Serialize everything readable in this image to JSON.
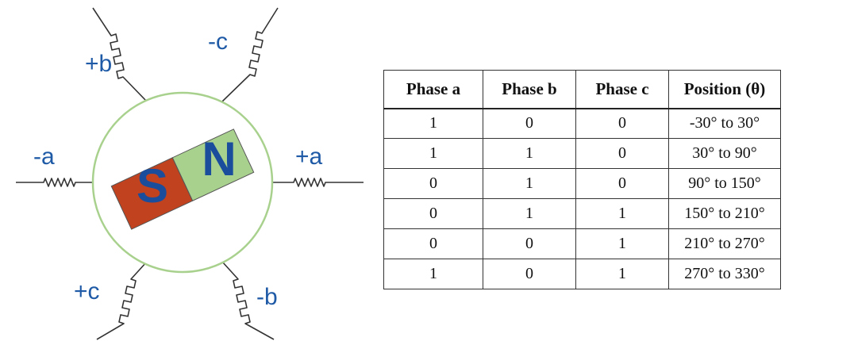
{
  "diagram": {
    "labels": {
      "plus_a": "+a",
      "minus_a": "-a",
      "plus_b": "+b",
      "minus_b": "-b",
      "plus_c": "+c",
      "minus_c": "-c"
    },
    "magnet": {
      "south": "S",
      "north": "N"
    },
    "colors": {
      "label_blue": "#1f5aa6",
      "circle_outline": "#a9d18e",
      "south_pole": "#c0421f",
      "north_pole": "#a9d18e"
    }
  },
  "table": {
    "headers": [
      "Phase a",
      "Phase b",
      "Phase c",
      "Position (θ)"
    ],
    "rows": [
      [
        "1",
        "0",
        "0",
        "-30° to 30°"
      ],
      [
        "1",
        "1",
        "0",
        "30° to 90°"
      ],
      [
        "0",
        "1",
        "0",
        "90° to 150°"
      ],
      [
        "0",
        "1",
        "1",
        "150° to 210°"
      ],
      [
        "0",
        "0",
        "1",
        "210° to 270°"
      ],
      [
        "1",
        "0",
        "1",
        "270° to 330°"
      ]
    ]
  }
}
